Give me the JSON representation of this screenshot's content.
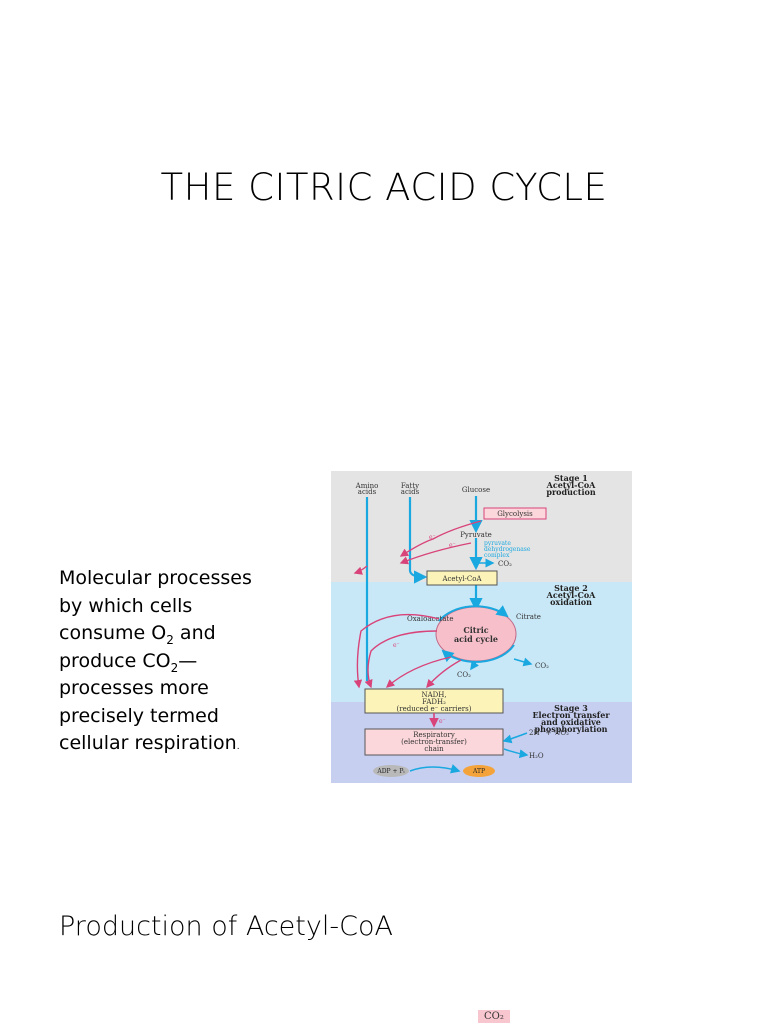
{
  "slide": {
    "title": "THE CITRIC ACID CYCLE",
    "section_heading": "Production of Acetyl-CoA",
    "bottom_tag": "CO₂"
  },
  "body": {
    "line1": "Molecular processes",
    "line2": "by which cells",
    "line3a": "consume O",
    "line3sub": "2",
    "line3b": " and",
    "line4a": "produce CO",
    "line4sub": "2",
    "line4b": "—",
    "line5": "processes more",
    "line6": "precisely termed",
    "line7": "cellular respiration",
    "line7end": "."
  },
  "figure": {
    "stage1": [
      "Stage 1",
      "Acetyl-CoA",
      "production"
    ],
    "stage2": [
      "Stage 2",
      "Acetyl-CoA",
      "oxidation"
    ],
    "stage3": [
      "Stage 3",
      "Electron transfer",
      "and oxidative",
      "phosphorylation"
    ],
    "amino_acids": [
      "Amino",
      "acids"
    ],
    "fatty_acids": [
      "Fatty",
      "acids"
    ],
    "glucose": "Glucose",
    "glycolysis": "Glycolysis",
    "pyruvate": "Pyruvate",
    "pdh": [
      "pyruvate",
      "dehydrogenase",
      "complex"
    ],
    "co2": "CO₂",
    "acetyl_coa": "Acetyl-CoA",
    "oxaloacetate": "Oxaloacetate",
    "citrate": "Citrate",
    "cycle": [
      "Citric",
      "acid cycle"
    ],
    "carriers": [
      "NADH,",
      "FADH₂",
      "(reduced e⁻ carriers)"
    ],
    "chain": [
      "Respiratory",
      "(electron-transfer)",
      "chain"
    ],
    "oxygen": "2H⁺ + ½O₂",
    "water": "H₂O",
    "adp": "ADP + Pᵢ",
    "atp": "ATP",
    "electron": "e⁻"
  },
  "colors": {
    "stage1_bg": "#e4e4e4",
    "stage2_bg": "#c9e8f7",
    "stage3_bg": "#c6cff0",
    "arrow": "#1aa8e0",
    "pink_arrow": "#d8447a",
    "cycle_fill": "#f6bfca",
    "box_fill": "#fbf3b8",
    "atp_fill": "#f4a33a"
  }
}
